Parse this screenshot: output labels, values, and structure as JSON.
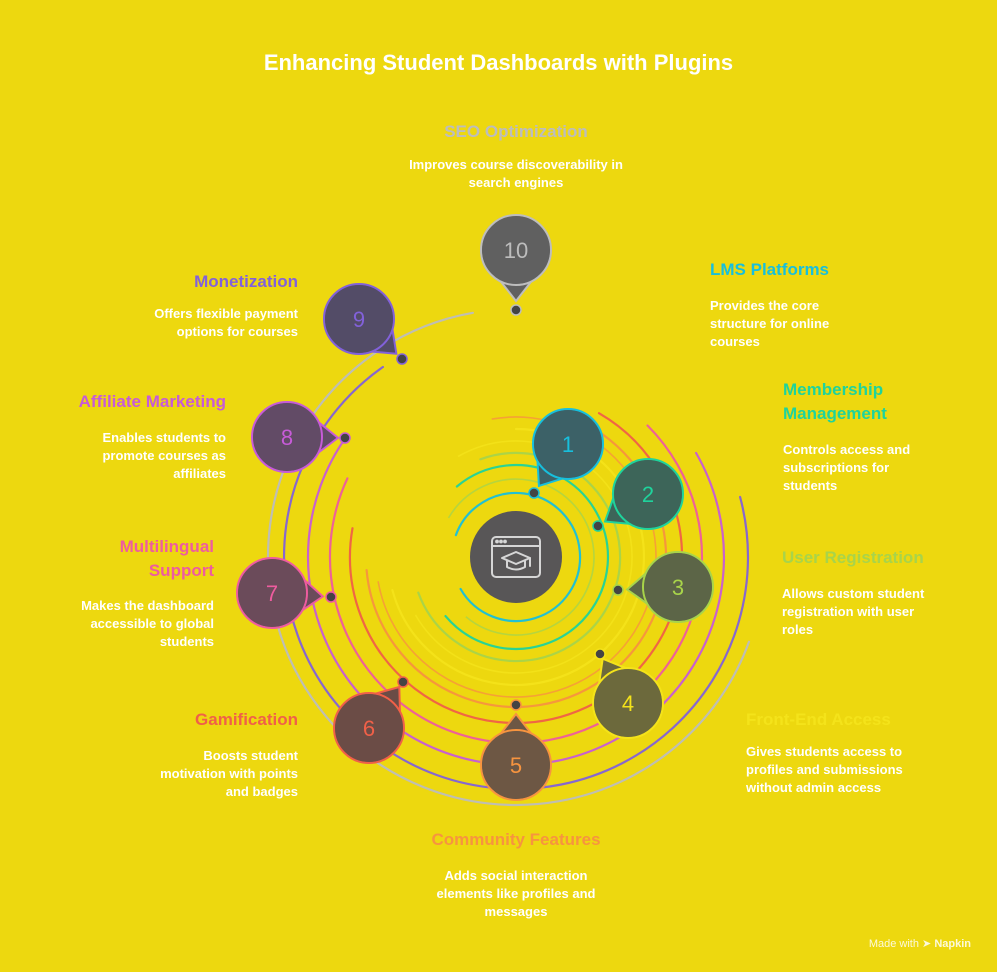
{
  "title": "Enhancing Student Dashboards with Plugins",
  "items": [
    {
      "number": "1",
      "title": "LMS Platforms",
      "description": "Provides the core structure for online courses",
      "color": "#17BFDD"
    },
    {
      "number": "2",
      "title": "Membership Management",
      "description": "Controls access and subscriptions for students",
      "color": "#1FD39C"
    },
    {
      "number": "3",
      "title": "User Registration",
      "description": "Allows custom student registration with user roles",
      "color": "#A8D44A"
    },
    {
      "number": "4",
      "title": "Front-End Access",
      "description": "Gives students access to profiles and submissions without admin access",
      "color": "#F4E31A"
    },
    {
      "number": "5",
      "title": "Community Features",
      "description": "Adds social interaction elements like profiles and messages",
      "color": "#F7943F"
    },
    {
      "number": "6",
      "title": "Gamification",
      "description": "Boosts student motivation with points and badges",
      "color": "#F06048"
    },
    {
      "number": "7",
      "title": "Multilingual Support",
      "description": "Makes the dashboard accessible to global students",
      "color": "#EE5C9F"
    },
    {
      "number": "8",
      "title": "Affiliate Marketing",
      "description": "Enables students to promote courses as affiliates",
      "color": "#C75BD8"
    },
    {
      "number": "9",
      "title": "Monetization",
      "description": "Offers flexible payment options for courses",
      "color": "#8261DA"
    },
    {
      "number": "10",
      "title": "SEO Optimization",
      "description": "Improves course discoverability in search engines",
      "color": "#BDBDBD"
    }
  ],
  "center_icon": "graduation-cap-browser-icon",
  "footer": {
    "made_with": "Made with",
    "brand": "Napkin"
  }
}
